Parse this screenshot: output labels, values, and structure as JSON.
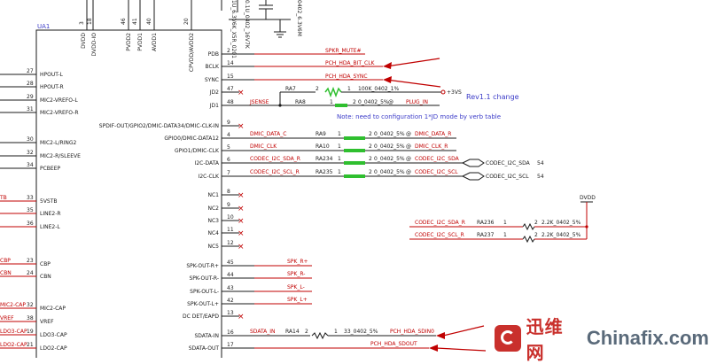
{
  "chip": {
    "designator": "UA1",
    "top_pins": [
      {
        "num": "3",
        "name": "DVDD"
      },
      {
        "num": "18",
        "name": "DVDD-IO"
      },
      {
        "num": "46",
        "name": "PVDD2"
      },
      {
        "num": "41",
        "name": "PVDD1"
      },
      {
        "num": "40",
        "name": "AVDD1"
      },
      {
        "num": "20",
        "name": "CPVDD/AVDD2"
      }
    ],
    "left_pins": [
      {
        "num": "27",
        "name": "HPOUT-L",
        "net": ""
      },
      {
        "num": "28",
        "name": "HPOUT-R",
        "net": ""
      },
      {
        "num": "29",
        "name": "MIC2-VREFO-L",
        "net": ""
      },
      {
        "num": "31",
        "name": "MIC2-VREFO-R",
        "net": ""
      },
      {
        "num": "30",
        "name": "MIC2-L/RING2",
        "net": ""
      },
      {
        "num": "32",
        "name": "MIC2-R/SLEEVE",
        "net": ""
      },
      {
        "num": "34",
        "name": "PCBEEP",
        "net": ""
      },
      {
        "num": "33",
        "name": "5VSTB",
        "net": "TB"
      },
      {
        "num": "35",
        "name": "LINE2-R",
        "net": ""
      },
      {
        "num": "36",
        "name": "LINE2-L",
        "net": ""
      },
      {
        "num": "23",
        "name": "CBP",
        "net": "CBP"
      },
      {
        "num": "24",
        "name": "CBN",
        "net": "CBN"
      },
      {
        "num": "32",
        "name": "MIC2-CAP",
        "net": "MIC2-CAP"
      },
      {
        "num": "38",
        "name": "VREF",
        "net": "VREF"
      },
      {
        "num": "19",
        "name": "LDO3-CAP",
        "net": "LDO3-CAP"
      },
      {
        "num": "21",
        "name": "LDO2-CAP",
        "net": "LDO2-CAP"
      }
    ],
    "right_pins": [
      {
        "num": "2",
        "name": "PDB"
      },
      {
        "num": "14",
        "name": "BCLK"
      },
      {
        "num": "15",
        "name": "SYNC"
      },
      {
        "num": "47",
        "name": "JD2"
      },
      {
        "num": "48",
        "name": "JD1"
      },
      {
        "num": "9",
        "name": "SPDIF-OUT/GPIO2/DMIC-DATA34/DMIC-CLK-IN"
      },
      {
        "num": "4",
        "name": "GPIO0/DMIC-DATA12"
      },
      {
        "num": "5",
        "name": "GPIO1/DMIC-CLK"
      },
      {
        "num": "6",
        "name": "I2C-DATA"
      },
      {
        "num": "7",
        "name": "I2C-CLK"
      },
      {
        "num": "8",
        "name": "NC1"
      },
      {
        "num": "9",
        "name": "NC2"
      },
      {
        "num": "10",
        "name": "NC3"
      },
      {
        "num": "11",
        "name": "NC4"
      },
      {
        "num": "12",
        "name": "NC5"
      },
      {
        "num": "45",
        "name": "SPK-OUT-R+"
      },
      {
        "num": "44",
        "name": "SPK-OUT-R-"
      },
      {
        "num": "43",
        "name": "SPK-OUT-L-"
      },
      {
        "num": "42",
        "name": "SPK-OUT-L+"
      },
      {
        "num": "13",
        "name": "DC DET/EAPD"
      },
      {
        "num": "16",
        "name": "SDATA-IN"
      },
      {
        "num": "17",
        "name": "SDATA-OUT"
      }
    ]
  },
  "nets": {
    "spkr_mute": "SPKR_MUTE#",
    "hda_bit_clk": "PCH_HDA_BIT_CLK",
    "hda_sync": "PCH_HDA_SYNC",
    "jsense": "JSENSE",
    "plug_in": "PLUG_IN",
    "dmic_data_c": "DMIC_DATA_C",
    "dmic_data_r": "DMIC_DATA_R",
    "dmic_clk": "DMIC_CLK",
    "dmic_clk_r": "DMIC_CLK_R",
    "i2c_sda_r": "CODEC_I2C_SDA_R",
    "i2c_sda": "CODEC_I2C_SDA",
    "i2c_scl_r": "CODEC_I2C_SCL_R",
    "i2c_scl": "CODEC_I2C_SCL",
    "offpage_ref": "54",
    "spk_r_plus": "SPK_R+",
    "spk_r_minus": "SPK_R-",
    "spk_l_minus": "SPK_L-",
    "spk_l_plus": "SPK_L+",
    "sdata_in": "SDATA_IN",
    "hda_sdin0": "PCH_HDA_SDIN0",
    "hda_sdout": "PCH_HDA_SDOUT",
    "dvdd": "DVDD",
    "plus3vs": "+3VS"
  },
  "resistors": {
    "ra7": {
      "ref": "RA7",
      "pin1": "2",
      "pin2": "1",
      "value": "100K_0402_1%"
    },
    "ra8": {
      "ref": "RA8",
      "pin1": "1",
      "pin2": "2",
      "value": "0_0402_5%"
    },
    "ra9": {
      "ref": "RA9",
      "pin1": "1",
      "pin2": "2",
      "value": "0_0402_5%"
    },
    "ra10": {
      "ref": "RA10",
      "pin1": "1",
      "pin2": "2",
      "value": "0_0402_5%"
    },
    "ra234": {
      "ref": "RA234",
      "pin1": "1",
      "pin2": "2",
      "value": "0_0402_5%"
    },
    "ra235": {
      "ref": "RA235",
      "pin1": "1",
      "pin2": "2",
      "value": "0_0402_5%"
    },
    "ra236": {
      "ref": "RA236",
      "pin1": "1",
      "pin2": "2",
      "value": "2.2K_0402_5%"
    },
    "ra237": {
      "ref": "RA237",
      "pin1": "1",
      "pin2": "2",
      "value": "2.2K_0402_5%"
    },
    "ra14": {
      "ref": "RA14",
      "pin1": "2",
      "pin2": "1",
      "value": "33_0402_5%"
    }
  },
  "at_mark": "@",
  "notes": {
    "rev": "Rev1.1 change",
    "jd_note": "Note: need to configuration 1*JD mode by verb table"
  },
  "top_fragments": {
    "cap1": "0.1U_0402_16V7K",
    "cap2": "1U_6.3V6K_X5R_0201",
    "cap3": "0402_6.3V6M"
  },
  "watermark": {
    "cn": "迅维网",
    "en": "Chinafix.com"
  }
}
